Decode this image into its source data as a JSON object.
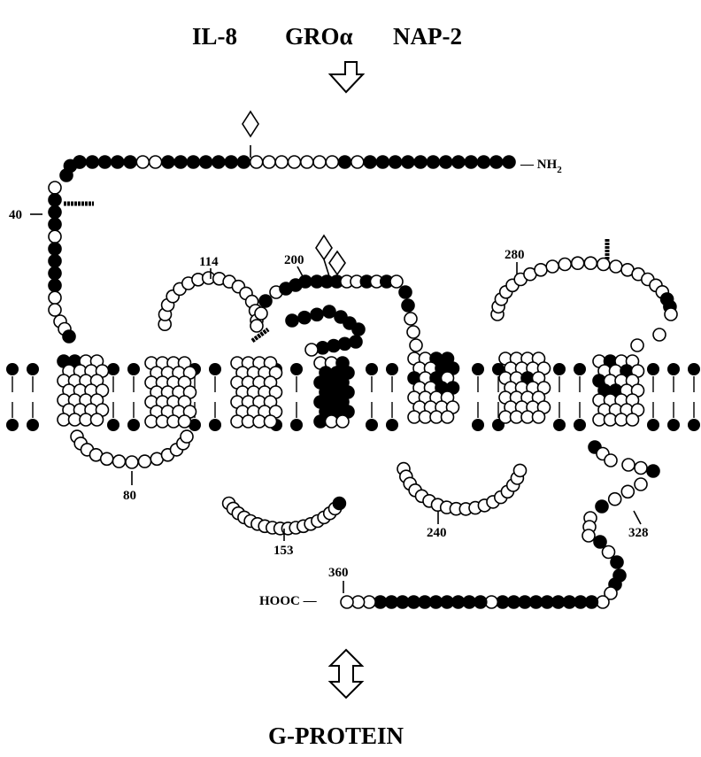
{
  "ligands": [
    "IL-8",
    "GROα",
    "NAP-2"
  ],
  "n_terminus": "— NH",
  "n_terminus_sub": "2",
  "c_terminus": "HOOC —",
  "g_protein": "G-PROTEIN",
  "residue_labels": [
    "40",
    "80",
    "114",
    "153",
    "200",
    "240",
    "280",
    "328",
    "360"
  ]
}
